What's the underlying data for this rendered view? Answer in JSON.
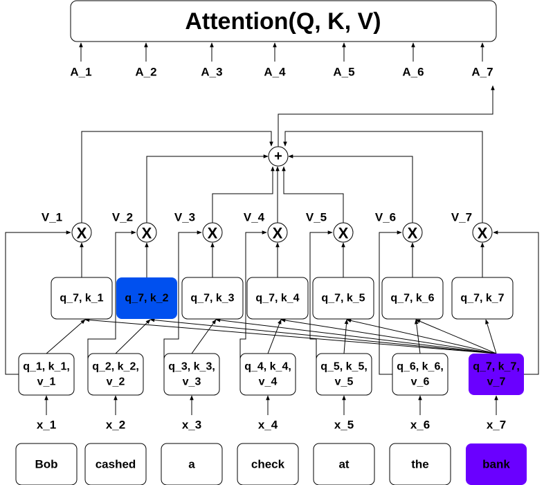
{
  "attention_label": "Attention(Q, K, V)",
  "outputs": [
    "A_1",
    "A_2",
    "A_3",
    "A_4",
    "A_5",
    "A_6",
    "A_7"
  ],
  "value_labels": [
    "V_1",
    "V_2",
    "V_3",
    "V_4",
    "V_5",
    "V_6",
    "V_7"
  ],
  "multiply_symbol": "X",
  "sum_symbol": "+",
  "scores": [
    {
      "label": "q_7, k_1",
      "highlight": false
    },
    {
      "label": "q_7, k_2",
      "highlight": true
    },
    {
      "label": "q_7, k_3",
      "highlight": false
    },
    {
      "label": "q_7, k_4",
      "highlight": false
    },
    {
      "label": "q_7, k_5",
      "highlight": false
    },
    {
      "label": "q_7, k_6",
      "highlight": false
    },
    {
      "label": "q_7, k_7",
      "highlight": false
    }
  ],
  "qkv": [
    {
      "line1": "q_1, k_1,",
      "line2": "v_1",
      "highlight": false
    },
    {
      "line1": "q_2, k_2,",
      "line2": "v_2",
      "highlight": false
    },
    {
      "line1": "q_3, k_3,",
      "line2": "v_3",
      "highlight": false
    },
    {
      "line1": "q_4, k_4,",
      "line2": "v_4",
      "highlight": false
    },
    {
      "line1": "q_5, k_5,",
      "line2": "v_5",
      "highlight": false
    },
    {
      "line1": "q_6, k_6,",
      "line2": "v_6",
      "highlight": false
    },
    {
      "line1": "q_7, k_7,",
      "line2": "v_7",
      "highlight": true
    }
  ],
  "inputs": [
    "x_1",
    "x_2",
    "x_3",
    "x_4",
    "x_5",
    "x_6",
    "x_7"
  ],
  "tokens": [
    {
      "text": "Bob",
      "highlight": false
    },
    {
      "text": "cashed",
      "highlight": false
    },
    {
      "text": "a",
      "highlight": false
    },
    {
      "text": "check",
      "highlight": false
    },
    {
      "text": "at",
      "highlight": false
    },
    {
      "text": "the",
      "highlight": false
    },
    {
      "text": "bank",
      "highlight": true
    }
  ],
  "colors": {
    "score_highlight": "#0050EF",
    "qkv_highlight": "#6A00FF",
    "token_highlight": "#6A00FF",
    "stroke": "#000000"
  }
}
